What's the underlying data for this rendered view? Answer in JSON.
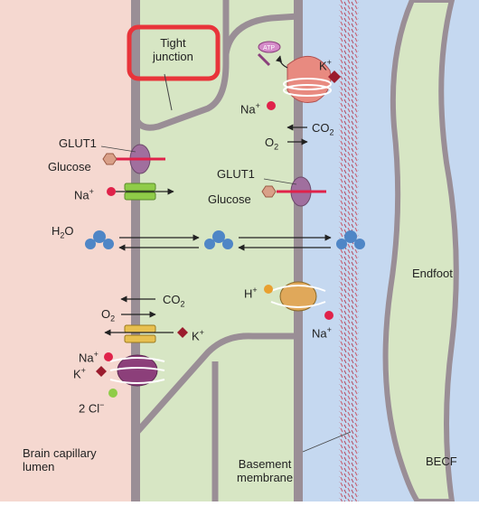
{
  "labels": {
    "tight_junction_line1": "Tight",
    "tight_junction_line2": "junction",
    "glut1_top": "GLUT1",
    "glucose_top": "Glucose",
    "glut1_mid": "GLUT1",
    "glucose_mid": "Glucose",
    "endfoot": "Endfoot",
    "lumen_line1": "Brain capillary",
    "lumen_line2": "lumen",
    "basement_line1": "Basement",
    "basement_line2": "membrane",
    "becf": "BECF",
    "atp": "ATP",
    "co2": "CO",
    "o2": "O",
    "sub2": "2",
    "na": "Na",
    "k": "K",
    "h": "H",
    "plus": "+",
    "minus": "−",
    "h2o_h": "H",
    "h2o_o": "O",
    "cl_prefix": "2 Cl"
  },
  "colors": {
    "lumen": "#f5d8d0",
    "endothelium": "#d7e6c4",
    "ecf": "#c5d8f0",
    "membrane": "#9a8e96",
    "highlight": "#e8343a",
    "na": "#e0224a",
    "k": "#9b1c2e",
    "cl": "#8fcc48",
    "h": "#e8a030",
    "water": "#4f86c6",
    "glucose": "#d9a088",
    "glut1": "#a06f9e",
    "basement": "#c8687a"
  }
}
